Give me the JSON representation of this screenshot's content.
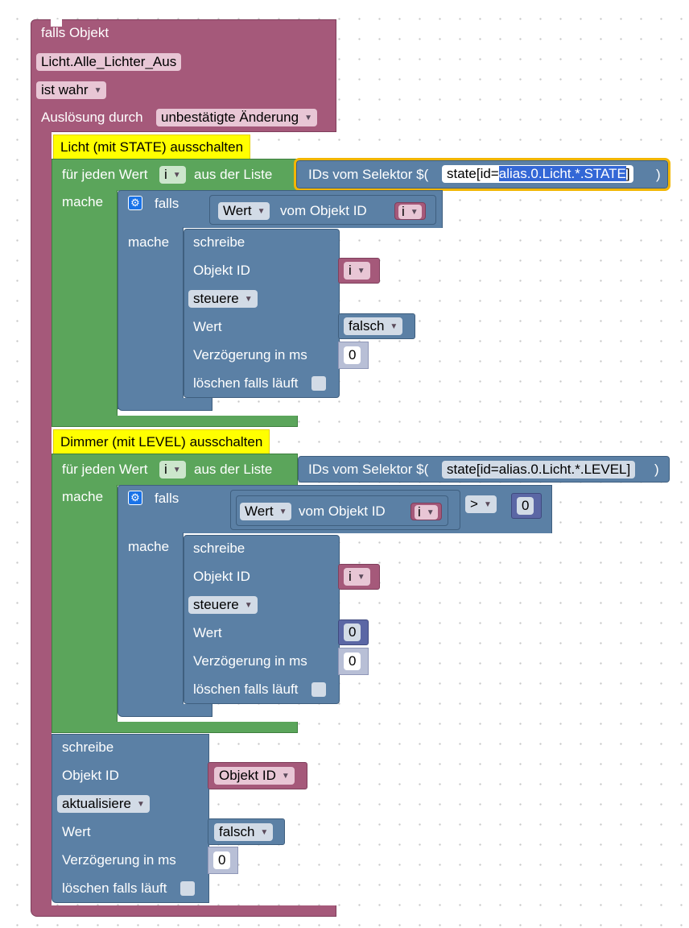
{
  "trigger": {
    "header": "falls Objekt",
    "object": "Licht.Alle_Lichter_Aus",
    "condition": "ist wahr",
    "trigger_label": "Auslösung durch",
    "trigger_value": "unbestätigte Änderung"
  },
  "loop1": {
    "comment": "Licht (mit STATE) ausschalten",
    "for_each": "für jeden Wert",
    "var": "i",
    "from_list": "aus der Liste",
    "selector_label": "IDs vom Selektor $(",
    "selector_prefix": "state[id=",
    "selector_selected": "alias.0.Licht.*.STATE",
    "selector_suffix": "]",
    "close_paren": ")",
    "do_label": "mache",
    "if_label": "falls",
    "value_dropdown": "Wert",
    "of_object": "vom Objekt ID",
    "if_var": "i",
    "then_label": "mache",
    "write": {
      "title": "schreibe",
      "object_label": "Objekt ID",
      "object_var": "i",
      "mode": "steuere",
      "value_label": "Wert",
      "value": "falsch",
      "delay_label": "Verzögerung in ms",
      "delay": "0",
      "clear_label": "löschen falls läuft"
    }
  },
  "loop2": {
    "comment": "Dimmer (mit LEVEL) ausschalten",
    "for_each": "für jeden Wert",
    "var": "i",
    "from_list": "aus der Liste",
    "selector_label": "IDs vom Selektor $(",
    "selector_value": "state[id=alias.0.Licht.*.LEVEL]",
    "close_paren": ")",
    "do_label": "mache",
    "if_label": "falls",
    "value_dropdown": "Wert",
    "of_object": "vom Objekt ID",
    "if_var": "i",
    "operator": ">",
    "compare_value": "0",
    "then_label": "mache",
    "write": {
      "title": "schreibe",
      "object_label": "Objekt ID",
      "object_var": "i",
      "mode": "steuere",
      "value_label": "Wert",
      "value": "0",
      "delay_label": "Verzögerung in ms",
      "delay": "0",
      "clear_label": "löschen falls läuft"
    }
  },
  "final_write": {
    "title": "schreibe",
    "object_label": "Objekt ID",
    "object_value": "Objekt ID",
    "mode": "aktualisiere",
    "value_label": "Wert",
    "value": "falsch",
    "delay_label": "Verzögerung in ms",
    "delay": "0",
    "clear_label": "löschen falls läuft"
  },
  "colors": {
    "trigger_block": "#a5597a",
    "loop_block": "#5ba55b",
    "logic_block": "#5b80a5",
    "number_block": "#5b67a5",
    "comment": "#ffff00",
    "selection_outline": "#f2b600"
  },
  "icons": [
    "gear-icon",
    "dropdown-arrow-icon",
    "checkbox-icon"
  ]
}
